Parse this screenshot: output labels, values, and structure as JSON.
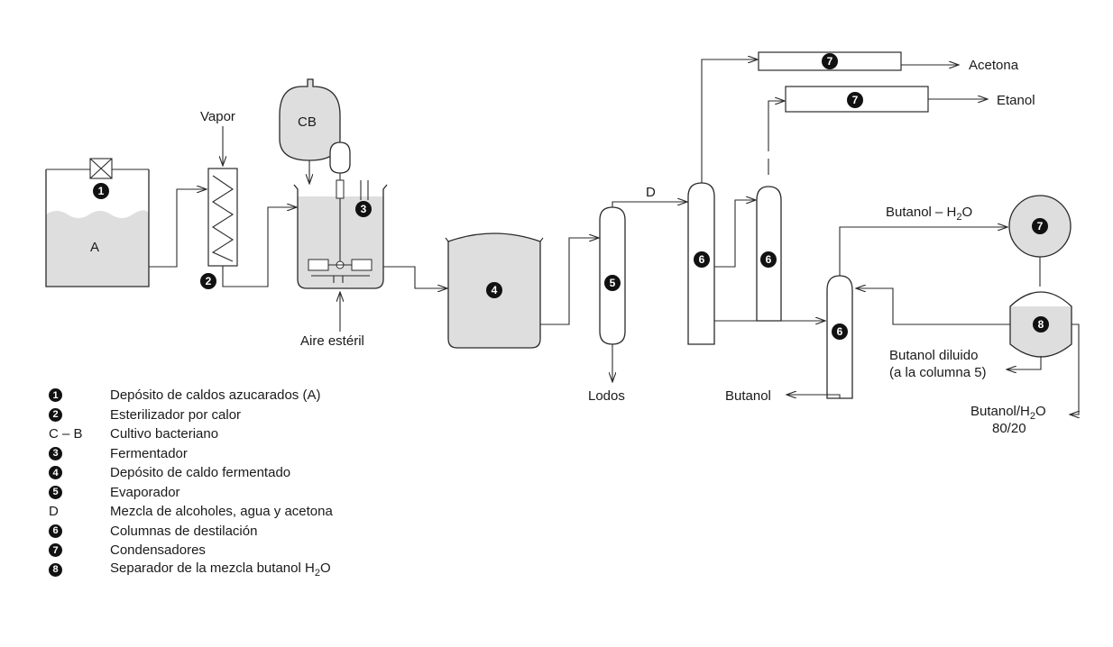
{
  "labels": {
    "vapor": "Vapor",
    "cb": "CB",
    "tank_a": "A",
    "aire": "Aire estéril",
    "d_top": "D",
    "lodos": "Lodos",
    "acetona": "Acetona",
    "etanol": "Etanol",
    "butanol_h2o_prefix": "Butanol – H",
    "sub2": "2",
    "o": "O",
    "butanol_out": "Butanol",
    "diluido_1": "Butanol diluido",
    "diluido_2": "(a la columna 5)",
    "ratio_prefix": "Butanol/H",
    "ratio_line2": "80/20"
  },
  "markers": {
    "m1": "1",
    "m2": "2",
    "m3": "3",
    "m4": "4",
    "m5": "5",
    "m6": "6",
    "m7": "7",
    "m8": "8"
  },
  "legend": [
    {
      "key": "1",
      "badge": true,
      "text": "Depósito de caldos azucarados (A)"
    },
    {
      "key": "2",
      "badge": true,
      "text": "Esterilizador por calor"
    },
    {
      "key": "C – B",
      "badge": false,
      "text": "Cultivo bacteriano"
    },
    {
      "key": "3",
      "badge": true,
      "text": "Fermentador"
    },
    {
      "key": "4",
      "badge": true,
      "text": "Depósito de caldo fermentado"
    },
    {
      "key": "5",
      "badge": true,
      "text": "Evaporador"
    },
    {
      "key": "D",
      "badge": false,
      "text": "Mezcla de alcoholes, agua y acetona"
    },
    {
      "key": "6",
      "badge": true,
      "text": "Columnas de destilación"
    },
    {
      "key": "7",
      "badge": true,
      "text": "Condensadores"
    },
    {
      "key": "8",
      "badge": true,
      "text": "Separador de la mezcla butanol H",
      "sub": "2",
      "tail": "O"
    }
  ]
}
